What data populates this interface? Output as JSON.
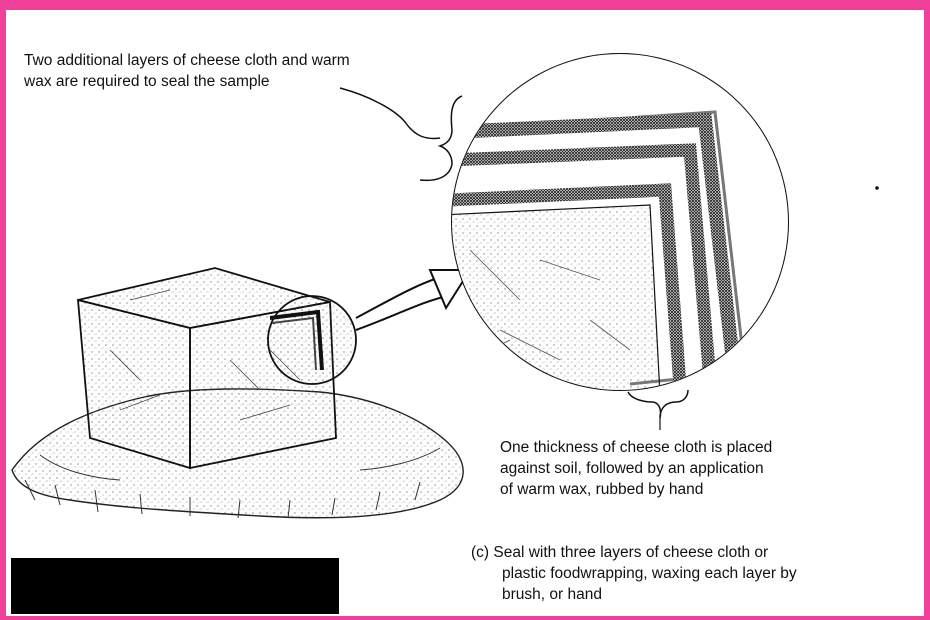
{
  "colors": {
    "border": "#f0409a",
    "ink": "#111111",
    "redaction": "#000000"
  },
  "labels": {
    "top": [
      "Two additional layers of cheese cloth and warm",
      "wax are required to seal the sample"
    ],
    "bottom": [
      "One thickness of cheese cloth is placed",
      "against soil, followed by an application",
      "of warm wax, rubbed by hand"
    ],
    "caption": [
      "(c) Seal with three layers of cheese cloth or",
      "plastic foodwrapping, waxing each layer by",
      "brush, or hand"
    ]
  }
}
